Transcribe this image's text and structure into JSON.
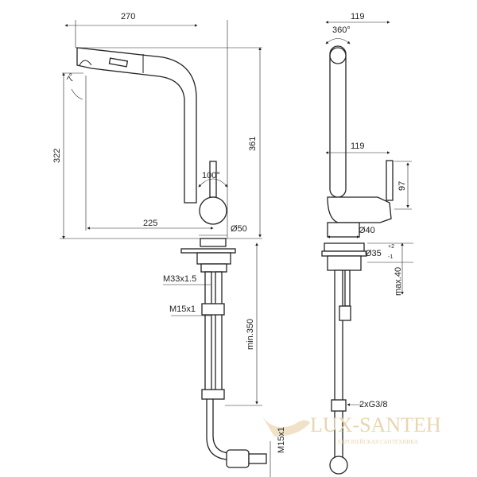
{
  "front_view": {
    "width": "270",
    "height_total": "361",
    "height_spout": "322",
    "spout_angle": "7°",
    "lever_angle": "100°",
    "reach": "225",
    "base_diameter": "Ø50",
    "thread_main": "M33x1.5",
    "thread_hose": "M15x1",
    "hose_length": "min.350",
    "thread_bottom": "M15x1"
  },
  "side_view": {
    "width_top": "119",
    "rotation": "360°",
    "width_lever": "119",
    "lever_height": "97",
    "base_diameter": "Ø40",
    "hole_diameter": "Ø35",
    "hole_tolerance_plus": "+2",
    "hole_tolerance_minus": "-1",
    "max_thickness": "max.40",
    "connection": "2xG3/8"
  },
  "watermark": {
    "brand": "LUX-SANTEH",
    "tagline": "ЕВРОПЕЙСКАЯ САНТЕХНИКА",
    "color": "#e8d6b0"
  }
}
